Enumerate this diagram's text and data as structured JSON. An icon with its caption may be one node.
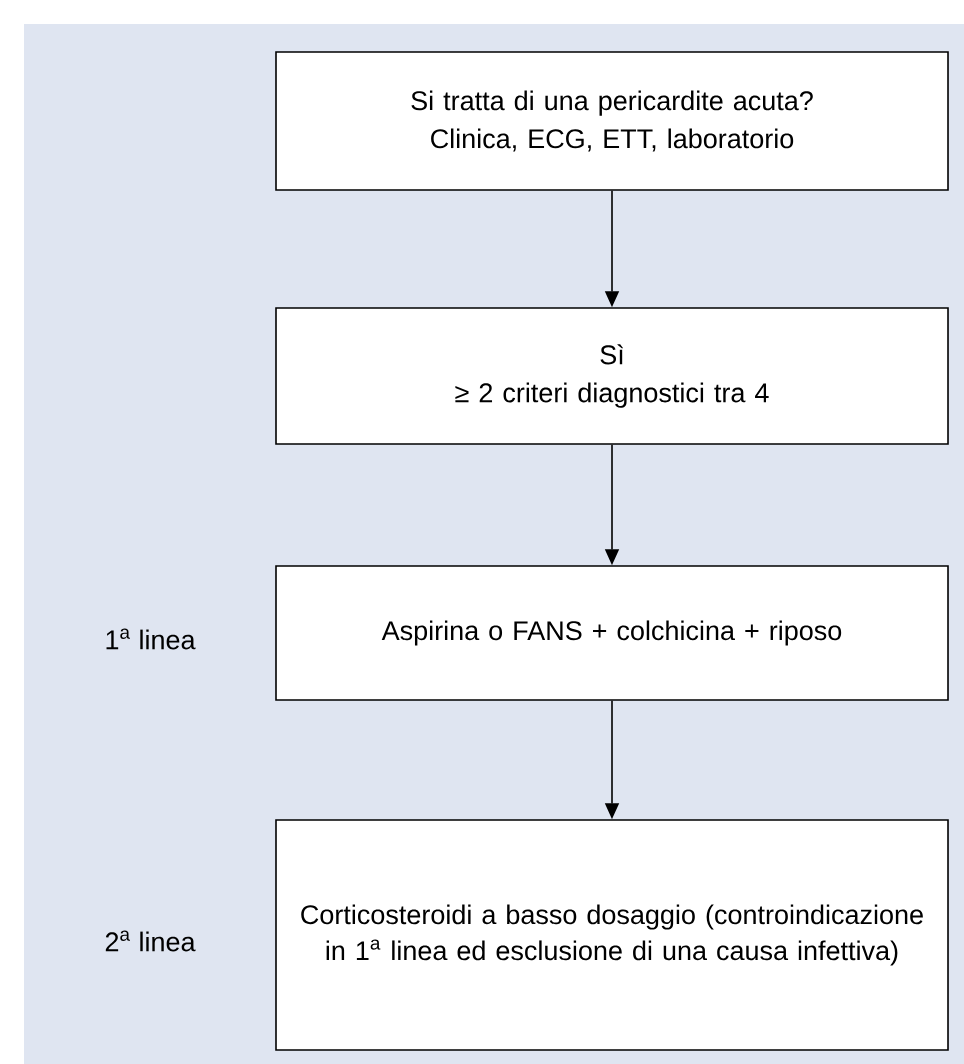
{
  "diagram": {
    "nodes": [
      {
        "text": [
          "Si tratta di una pericardite acuta?",
          "Clinica, ECG, ETT, laboratorio"
        ]
      },
      {
        "text": [
          "Sì",
          "≥ 2 criteri diagnostici tra 4"
        ]
      },
      {
        "text": [
          "Aspirina o FANS + colchicina + riposo"
        ],
        "beside": [
          "1$^{a}$ linea"
        ]
      },
      {
        "text": [
          "Corticosteroidi a basso dosaggio (controindicazione in 1$^{a}$ linea ed esclusione di una causa infettiva)"
        ],
        "beside": [
          "2$^{a}$ linea"
        ]
      }
    ],
    "edges": [
      {
        "from": 0,
        "to": 1,
        "arrow": "to"
      },
      {
        "from": 1,
        "to": 2,
        "arrow": "to"
      },
      {
        "from": 2,
        "to": 3,
        "arrow": "to"
      }
    ]
  }
}
